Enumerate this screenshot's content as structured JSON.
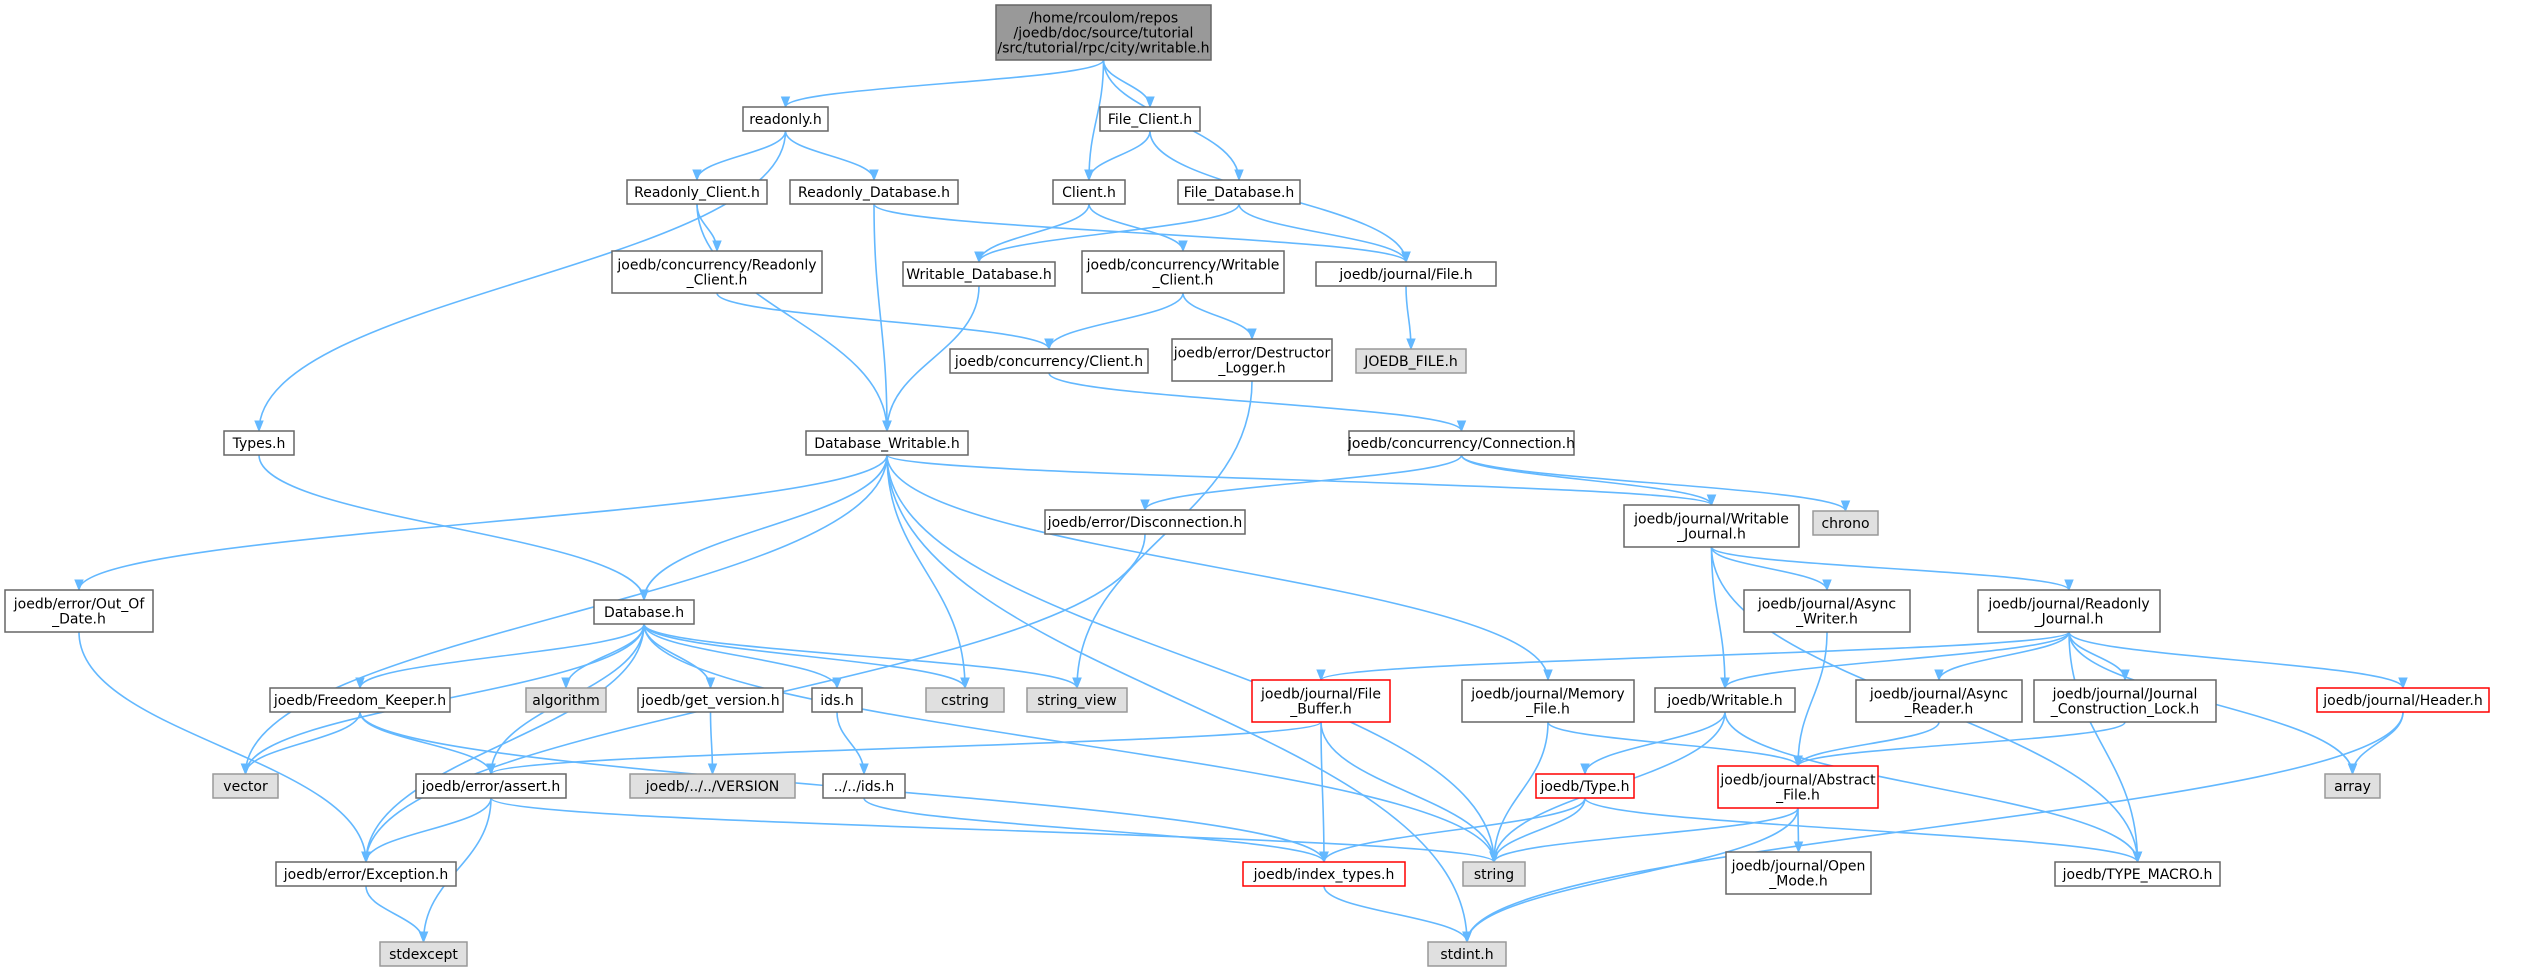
{
  "colors": {
    "edge": "#63b8ff",
    "root_fill": "#999999",
    "normal_fill": "#ffffff",
    "system_fill": "#e0e0e0",
    "missing_border": "#ff0000",
    "normal_border": "#666666",
    "system_border": "#999999",
    "root_border": "#666666"
  },
  "nodes": {
    "root": {
      "lines": [
        "/home/rcoulom/repos",
        "/joedb/doc/source/tutorial",
        "/src/tutorial/rpc/city/writable.h"
      ],
      "style": "root"
    },
    "readonly": {
      "lines": [
        "readonly.h"
      ],
      "style": "normal"
    },
    "file_client": {
      "lines": [
        "File_Client.h"
      ],
      "style": "normal"
    },
    "client": {
      "lines": [
        "Client.h"
      ],
      "style": "normal"
    },
    "file_database": {
      "lines": [
        "File_Database.h"
      ],
      "style": "normal"
    },
    "readonly_client": {
      "lines": [
        "Readonly_Client.h"
      ],
      "style": "normal"
    },
    "readonly_database": {
      "lines": [
        "Readonly_Database.h"
      ],
      "style": "normal"
    },
    "conc_readonly_client": {
      "lines": [
        "joedb/concurrency/Readonly",
        "_Client.h"
      ],
      "style": "normal"
    },
    "writable_database": {
      "lines": [
        "Writable_Database.h"
      ],
      "style": "normal"
    },
    "conc_writable_client": {
      "lines": [
        "joedb/concurrency/Writable",
        "_Client.h"
      ],
      "style": "normal"
    },
    "journal_file": {
      "lines": [
        "joedb/journal/File.h"
      ],
      "style": "normal"
    },
    "joedb_file": {
      "lines": [
        "JOEDB_FILE.h"
      ],
      "style": "system"
    },
    "conc_client": {
      "lines": [
        "joedb/concurrency/Client.h"
      ],
      "style": "normal"
    },
    "destructor_logger": {
      "lines": [
        "joedb/error/Destructor",
        "_Logger.h"
      ],
      "style": "normal"
    },
    "types": {
      "lines": [
        "Types.h"
      ],
      "style": "normal"
    },
    "database_writable": {
      "lines": [
        "Database_Writable.h"
      ],
      "style": "normal"
    },
    "conc_connection": {
      "lines": [
        "joedb/concurrency/Connection.h"
      ],
      "style": "normal"
    },
    "disconnection": {
      "lines": [
        "joedb/error/Disconnection.h"
      ],
      "style": "normal"
    },
    "writable_journal": {
      "lines": [
        "joedb/journal/Writable",
        "_Journal.h"
      ],
      "style": "normal"
    },
    "chrono": {
      "lines": [
        "chrono"
      ],
      "style": "system"
    },
    "out_of_date": {
      "lines": [
        "joedb/error/Out_Of",
        "_Date.h"
      ],
      "style": "normal"
    },
    "database": {
      "lines": [
        "Database.h"
      ],
      "style": "normal"
    },
    "async_writer": {
      "lines": [
        "joedb/journal/Async",
        "_Writer.h"
      ],
      "style": "normal"
    },
    "readonly_journal": {
      "lines": [
        "joedb/journal/Readonly",
        "_Journal.h"
      ],
      "style": "normal"
    },
    "freedom_keeper": {
      "lines": [
        "joedb/Freedom_Keeper.h"
      ],
      "style": "normal"
    },
    "algorithm": {
      "lines": [
        "algorithm"
      ],
      "style": "system"
    },
    "get_version": {
      "lines": [
        "joedb/get_version.h"
      ],
      "style": "normal"
    },
    "ids": {
      "lines": [
        "ids.h"
      ],
      "style": "normal"
    },
    "cstring": {
      "lines": [
        "cstring"
      ],
      "style": "system"
    },
    "string_view": {
      "lines": [
        "string_view"
      ],
      "style": "system"
    },
    "file_buffer": {
      "lines": [
        "joedb/journal/File",
        "_Buffer.h"
      ],
      "style": "missing"
    },
    "memory_file": {
      "lines": [
        "joedb/journal/Memory",
        "_File.h"
      ],
      "style": "normal"
    },
    "joedb_writable": {
      "lines": [
        "joedb/Writable.h"
      ],
      "style": "normal"
    },
    "async_reader": {
      "lines": [
        "joedb/journal/Async",
        "_Reader.h"
      ],
      "style": "normal"
    },
    "construction_lock": {
      "lines": [
        "joedb/journal/Journal",
        "_Construction_Lock.h"
      ],
      "style": "normal"
    },
    "header": {
      "lines": [
        "joedb/journal/Header.h"
      ],
      "style": "missing"
    },
    "vector": {
      "lines": [
        "vector"
      ],
      "style": "system"
    },
    "error_assert": {
      "lines": [
        "joedb/error/assert.h"
      ],
      "style": "normal"
    },
    "version_file": {
      "lines": [
        "joedb/../../VERSION"
      ],
      "style": "system"
    },
    "dotdot_ids": {
      "lines": [
        "../../ids.h"
      ],
      "style": "normal"
    },
    "joedb_type": {
      "lines": [
        "joedb/Type.h"
      ],
      "style": "missing"
    },
    "abstract_file": {
      "lines": [
        "joedb/journal/Abstract",
        "_File.h"
      ],
      "style": "missing"
    },
    "array": {
      "lines": [
        "array"
      ],
      "style": "system"
    },
    "error_exception": {
      "lines": [
        "joedb/error/Exception.h"
      ],
      "style": "normal"
    },
    "index_types": {
      "lines": [
        "joedb/index_types.h"
      ],
      "style": "missing"
    },
    "string": {
      "lines": [
        "string"
      ],
      "style": "system"
    },
    "open_mode": {
      "lines": [
        "joedb/journal/Open",
        "_Mode.h"
      ],
      "style": "normal"
    },
    "type_macro": {
      "lines": [
        "joedb/TYPE_MACRO.h"
      ],
      "style": "normal"
    },
    "stdexcept": {
      "lines": [
        "stdexcept"
      ],
      "style": "system"
    },
    "stdint": {
      "lines": [
        "stdint.h"
      ],
      "style": "system"
    }
  },
  "edges": [
    [
      "root",
      "readonly"
    ],
    [
      "root",
      "client"
    ],
    [
      "root",
      "file_client"
    ],
    [
      "root",
      "file_database"
    ],
    [
      "readonly",
      "readonly_client"
    ],
    [
      "readonly",
      "readonly_database"
    ],
    [
      "readonly",
      "types"
    ],
    [
      "file_client",
      "client"
    ],
    [
      "file_client",
      "journal_file"
    ],
    [
      "client",
      "writable_database"
    ],
    [
      "client",
      "conc_writable_client"
    ],
    [
      "file_database",
      "writable_database"
    ],
    [
      "file_database",
      "journal_file"
    ],
    [
      "readonly_client",
      "conc_readonly_client"
    ],
    [
      "readonly_client",
      "database_writable"
    ],
    [
      "readonly_database",
      "database_writable"
    ],
    [
      "readonly_database",
      "journal_file"
    ],
    [
      "conc_readonly_client",
      "conc_client"
    ],
    [
      "writable_database",
      "database_writable"
    ],
    [
      "conc_writable_client",
      "conc_client"
    ],
    [
      "conc_writable_client",
      "destructor_logger"
    ],
    [
      "journal_file",
      "joedb_file"
    ],
    [
      "conc_client",
      "conc_connection"
    ],
    [
      "destructor_logger",
      "string_view"
    ],
    [
      "types",
      "database"
    ],
    [
      "database_writable",
      "out_of_date"
    ],
    [
      "database_writable",
      "database"
    ],
    [
      "database_writable",
      "vector"
    ],
    [
      "database_writable",
      "cstring"
    ],
    [
      "database_writable",
      "string"
    ],
    [
      "database_writable",
      "stdint"
    ],
    [
      "database_writable",
      "writable_journal"
    ],
    [
      "database_writable",
      "memory_file"
    ],
    [
      "conc_connection",
      "disconnection"
    ],
    [
      "conc_connection",
      "writable_journal"
    ],
    [
      "conc_connection",
      "chrono"
    ],
    [
      "disconnection",
      "error_exception"
    ],
    [
      "writable_journal",
      "async_writer"
    ],
    [
      "writable_journal",
      "readonly_journal"
    ],
    [
      "writable_journal",
      "joedb_writable"
    ],
    [
      "writable_journal",
      "type_macro"
    ],
    [
      "out_of_date",
      "error_exception"
    ],
    [
      "database",
      "freedom_keeper"
    ],
    [
      "database",
      "algorithm"
    ],
    [
      "database",
      "get_version"
    ],
    [
      "database",
      "ids"
    ],
    [
      "database",
      "cstring"
    ],
    [
      "database",
      "string_view"
    ],
    [
      "database",
      "vector"
    ],
    [
      "database",
      "error_assert"
    ],
    [
      "database",
      "error_exception"
    ],
    [
      "database",
      "string"
    ],
    [
      "async_writer",
      "abstract_file"
    ],
    [
      "readonly_journal",
      "file_buffer"
    ],
    [
      "readonly_journal",
      "joedb_writable"
    ],
    [
      "readonly_journal",
      "async_reader"
    ],
    [
      "readonly_journal",
      "construction_lock"
    ],
    [
      "readonly_journal",
      "header"
    ],
    [
      "readonly_journal",
      "array"
    ],
    [
      "readonly_journal",
      "type_macro"
    ],
    [
      "freedom_keeper",
      "vector"
    ],
    [
      "freedom_keeper",
      "error_assert"
    ],
    [
      "freedom_keeper",
      "index_types"
    ],
    [
      "get_version",
      "version_file"
    ],
    [
      "ids",
      "dotdot_ids"
    ],
    [
      "file_buffer",
      "error_assert"
    ],
    [
      "file_buffer",
      "index_types"
    ],
    [
      "file_buffer",
      "string"
    ],
    [
      "memory_file",
      "abstract_file"
    ],
    [
      "memory_file",
      "string"
    ],
    [
      "joedb_writable",
      "joedb_type"
    ],
    [
      "joedb_writable",
      "string"
    ],
    [
      "joedb_writable",
      "type_macro"
    ],
    [
      "async_reader",
      "abstract_file"
    ],
    [
      "construction_lock",
      "abstract_file"
    ],
    [
      "header",
      "array"
    ],
    [
      "header",
      "stdint"
    ],
    [
      "error_assert",
      "error_exception"
    ],
    [
      "error_assert",
      "stdexcept"
    ],
    [
      "error_assert",
      "string"
    ],
    [
      "dotdot_ids",
      "index_types"
    ],
    [
      "joedb_type",
      "index_types"
    ],
    [
      "joedb_type",
      "string"
    ],
    [
      "joedb_type",
      "type_macro"
    ],
    [
      "abstract_file",
      "string"
    ],
    [
      "abstract_file",
      "open_mode"
    ],
    [
      "abstract_file",
      "stdint"
    ],
    [
      "error_exception",
      "stdexcept"
    ],
    [
      "index_types",
      "stdint"
    ]
  ]
}
